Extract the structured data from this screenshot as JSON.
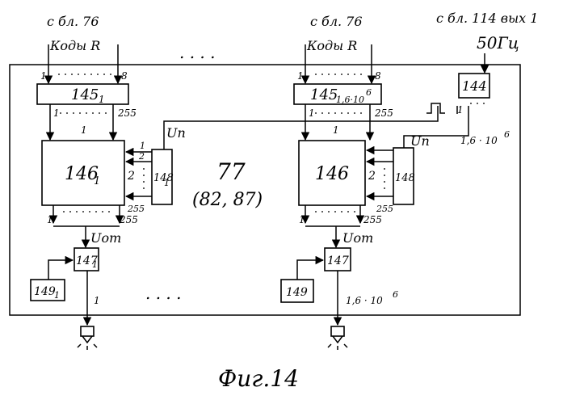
{
  "frame": {
    "label_main": "77",
    "label_alt": "(82, 87)",
    "top_ellipsis": ". . . .",
    "bottom_ellipsis": ". . . ."
  },
  "inputs": {
    "left_source": "с бл. 76",
    "left_codes": "Коды R",
    "mid_source": "с бл. 76",
    "mid_codes": "Коды R",
    "right_source": "с бл. 114 вых 1",
    "right_freq": "50Гц"
  },
  "left": {
    "register": "145",
    "register_sub": "1",
    "in_first": "1",
    "in_last": "8",
    "out_first": "1",
    "out_last": "255",
    "block": "146",
    "block_sub": "1",
    "block_in": "1",
    "side_block": "148",
    "side_block_sub": "1",
    "side_n1": "1",
    "side_n2": "2",
    "side_n255": "255",
    "side_left_2": "2",
    "up_label": "Uп",
    "bot_first": "1",
    "bot_last": "255",
    "uot_label": "Uот",
    "comparator": "147",
    "comparator_sub": "1",
    "source": "149",
    "source_sub": "1",
    "out_label": "1"
  },
  "right": {
    "register": "145",
    "register_sub": "1,6·10",
    "register_exp": "6",
    "in_first": "1",
    "in_last": "8",
    "out_first": "1",
    "out_last": "255",
    "block": "146",
    "block_in": "1",
    "side_block": "148",
    "side_n255": "255",
    "side_left_2": "2",
    "up_label": "Uп",
    "bot_first": "1",
    "bot_last": "255",
    "uot_label": "Uот",
    "comparator": "147",
    "source": "149",
    "out_label": "1,6 · 10",
    "out_exp": "6"
  },
  "counter": {
    "label": "144",
    "out_first": "1",
    "out_last": "1,6 · 10",
    "out_exp": "6"
  },
  "caption": "Фиг.14"
}
